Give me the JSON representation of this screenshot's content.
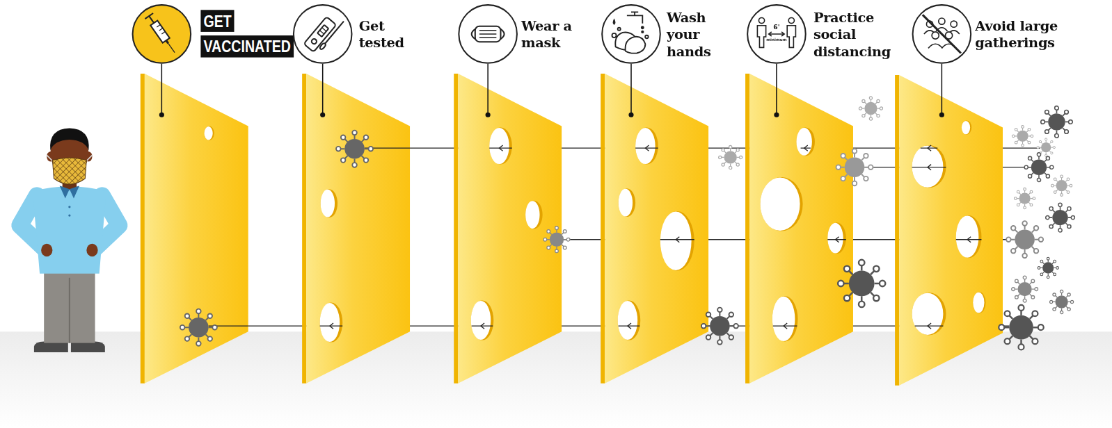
{
  "diagram": {
    "nodes": [
      {
        "text": [
          "GET VACCINATED"
        ]
      },
      {
        "text": [
          "Get tested"
        ]
      },
      {
        "text": [
          "Wear a mask"
        ]
      },
      {
        "text": [
          "Wash your hands"
        ]
      },
      {
        "text": [
          "Practice social distancing"
        ]
      },
      {
        "text": [
          "Avoid large gatherings"
        ]
      }
    ],
    "labels": [
      "6'",
      "minimum"
    ]
  }
}
